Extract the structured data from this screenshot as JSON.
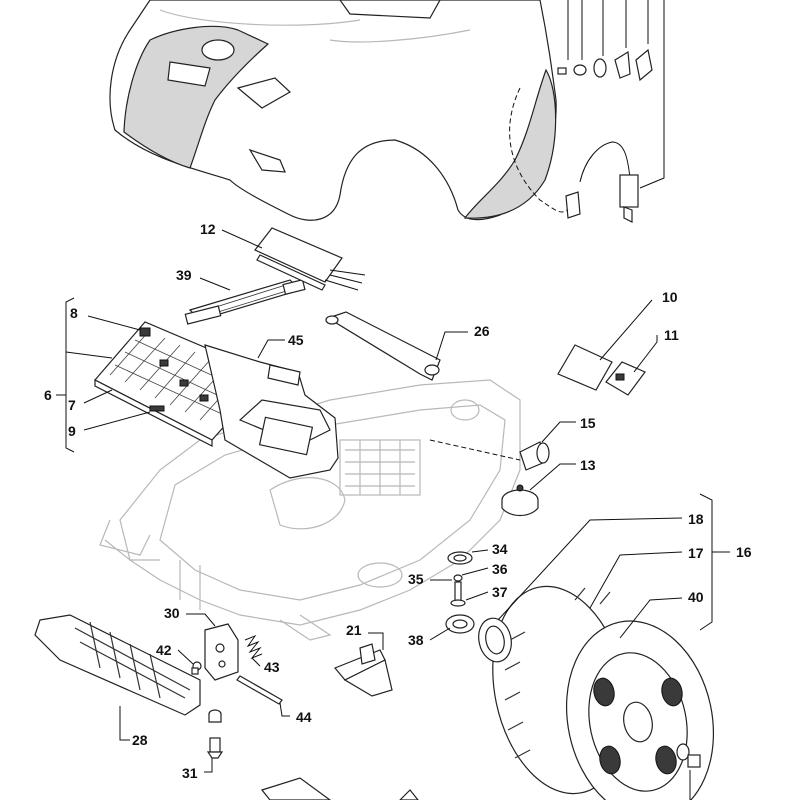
{
  "diagram": {
    "callouts": {
      "c6": "6",
      "c7": "7",
      "c8": "8",
      "c9": "9",
      "c10": "10",
      "c11": "11",
      "c12": "12",
      "c13": "13",
      "c15": "15",
      "c16": "16",
      "c17": "17",
      "c18": "18",
      "c21": "21",
      "c26": "26",
      "c28": "28",
      "c30": "30",
      "c31": "31",
      "c34": "34",
      "c35": "35",
      "c36": "36",
      "c37": "37",
      "c38": "38",
      "c39": "39",
      "c40": "40",
      "c42": "42",
      "c43": "43",
      "c44": "44",
      "c45": "45"
    },
    "line_color": "#222222",
    "ghost_color": "#b8b8b8",
    "panel_gray": "#d6d6d6"
  }
}
